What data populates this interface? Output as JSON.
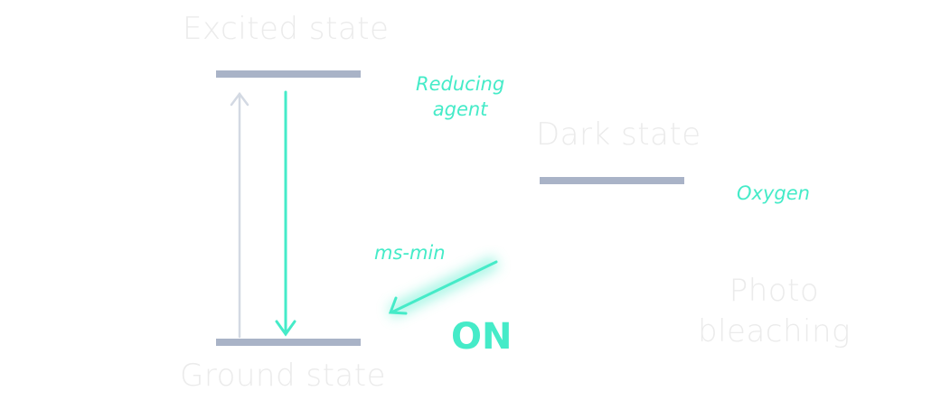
{
  "colors": {
    "level_bar": "#a9b3c7",
    "excitation_arrow": "#d3d9e3",
    "accent": "#45ebc8",
    "state_label": "#ebebeb"
  },
  "states": {
    "excited": "Excited state",
    "ground": "Ground state",
    "dark": "Dark state",
    "photobleaching_line1": "Photo",
    "photobleaching_line2": "bleaching"
  },
  "annotations": {
    "reducing_agent_line1": "Reducing",
    "reducing_agent_line2": "agent",
    "oxygen": "Oxygen",
    "timescale": "ms-min",
    "on_label": "ON"
  }
}
